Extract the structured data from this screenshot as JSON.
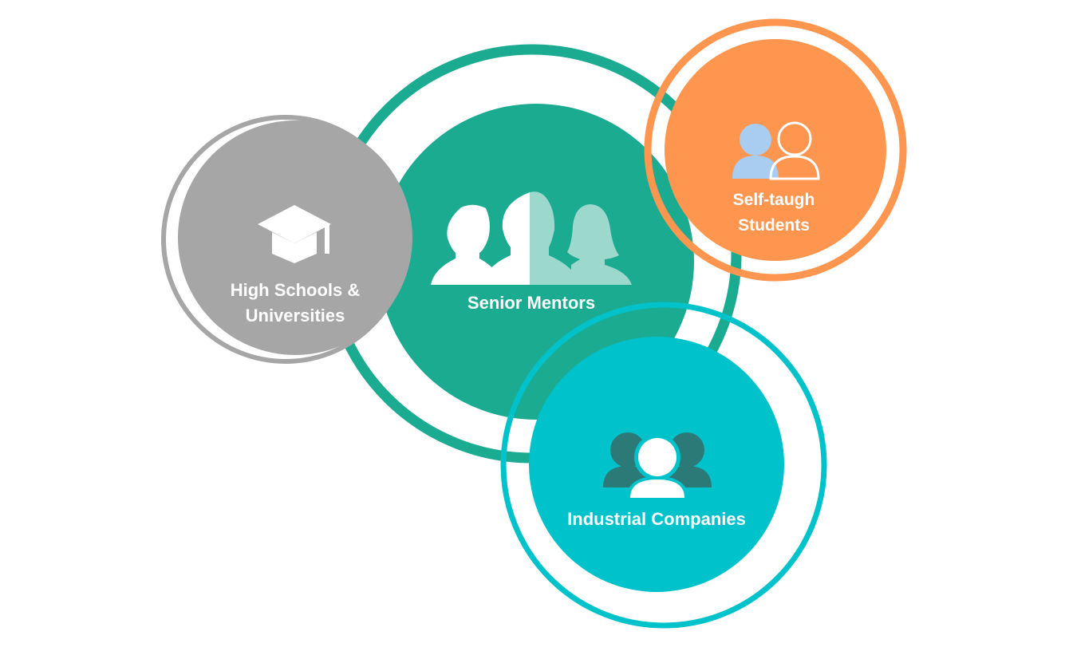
{
  "colors": {
    "background": "#ffffff",
    "gray": "#a6a6a6",
    "teal": "#1aab91",
    "teal_light": "#9dd8cc",
    "orange": "#ff964f",
    "orange_icon_fill": "#a9cdf0",
    "cyan": "#00c2cb",
    "cyan_icon": "#2c7a77",
    "label": "#ffffff"
  },
  "nodes": {
    "universities": {
      "line1": "High Schools &",
      "line2": "Universities",
      "icon": "graduation-cap-icon"
    },
    "mentors": {
      "line1": "Senior Mentors",
      "icon": "mentors-group-icon"
    },
    "students": {
      "line1": "Self-taugh",
      "line2": "Students",
      "icon": "two-users-icon"
    },
    "companies": {
      "line1": "Industrial Companies",
      "icon": "people-group-icon"
    }
  }
}
